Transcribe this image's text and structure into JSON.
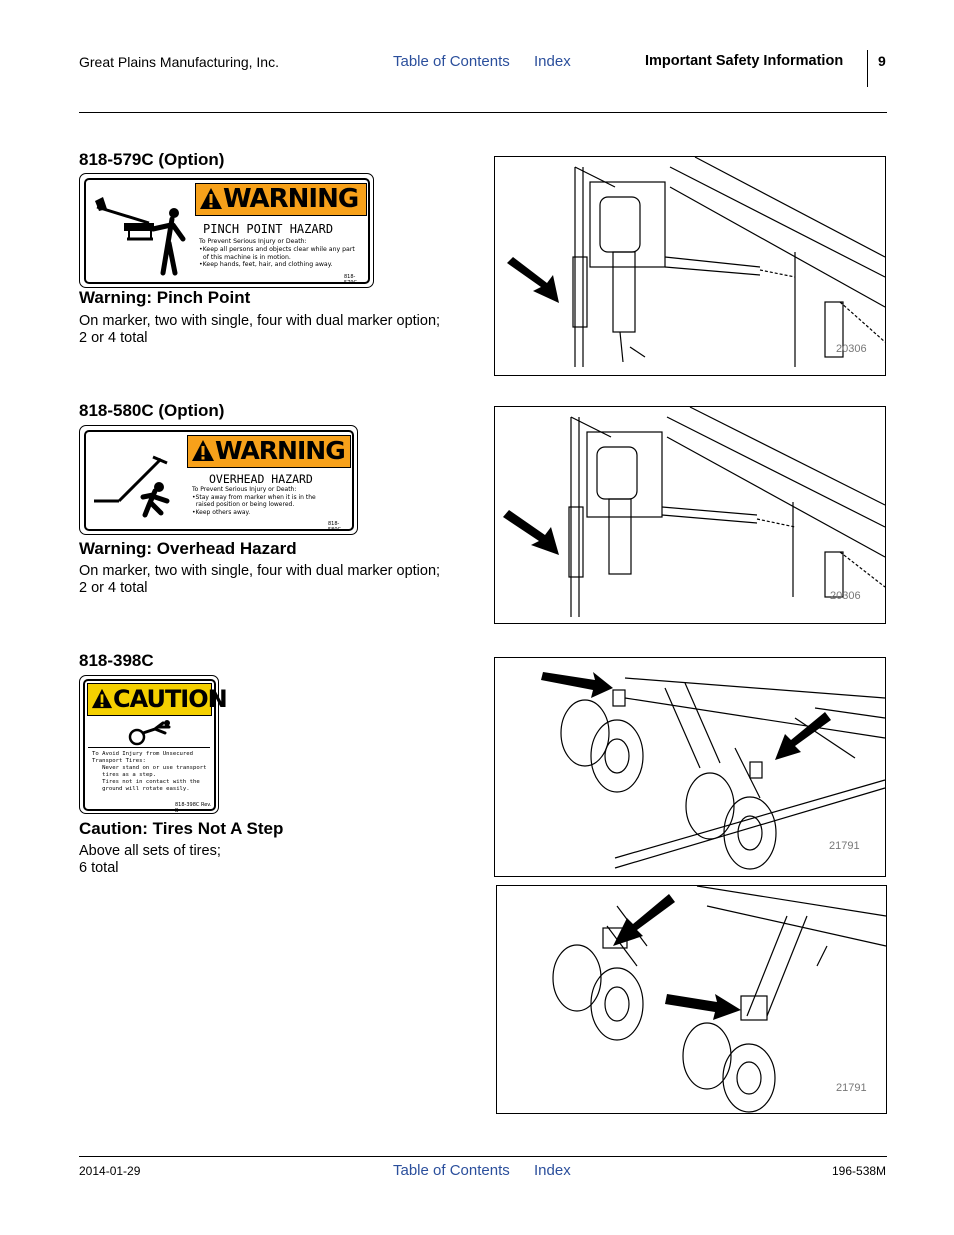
{
  "header": {
    "company": "Great Plains Manufacturing, Inc.",
    "toc_link": "Table of Contents",
    "index_link": "Index",
    "section_title": "Important Safety Information",
    "page_number": "9"
  },
  "footer": {
    "date": "2014-01-29",
    "toc_link": "Table of Contents",
    "index_link": "Index",
    "doc_number": "196-538M"
  },
  "sections": [
    {
      "part": "818-579C (Option)",
      "caption": "Warning: Pinch Point",
      "description_lines": [
        "On marker, two with single, four with dual marker option;",
        "2 or 4 total"
      ],
      "decal": {
        "signal_word": "WARNING",
        "hazard": "PINCH POINT HAZARD",
        "text": "To Prevent Serious Injury or Death:\n•Keep all persons and objects clear while any part\n  of this machine is in motion.\n•Keep hands, feet, hair, and clothing away.",
        "code": "818-579C"
      },
      "figure_number": "20306"
    },
    {
      "part": "818-580C (Option)",
      "caption": "Warning: Overhead Hazard",
      "description_lines": [
        "On marker, two with single, four with dual marker option;",
        "2 or 4 total"
      ],
      "decal": {
        "signal_word": "WARNING",
        "hazard": "OVERHEAD HAZARD",
        "text": "To Prevent Serious Injury or Death:\n•Stay away from marker when it is in the\n  raised position or being lowered.\n•Keep others away.",
        "code": "818-580C"
      },
      "figure_number": "20306"
    },
    {
      "part": "818-398C",
      "caption": "Caution: Tires Not A Step",
      "description_lines": [
        "Above all sets of tires;",
        "6 total"
      ],
      "decal": {
        "signal_word": "CAUTION",
        "text": "To Avoid Injury from Unsecured\nTransport Tires:\n   Never stand on or use transport\n   tires as a step.\n   Tires not in contact with the\n   ground will rotate easily.",
        "code": "818-398C Rev. B"
      },
      "figure_number": "21791",
      "figure_number_2": "21791"
    }
  ],
  "colors": {
    "link": "#2b4f9c",
    "warning_orange": "#f7a11a",
    "caution_yellow": "#f4d000"
  },
  "icons": [
    "warning-triangle-icon",
    "arrow-pointer-icon"
  ]
}
